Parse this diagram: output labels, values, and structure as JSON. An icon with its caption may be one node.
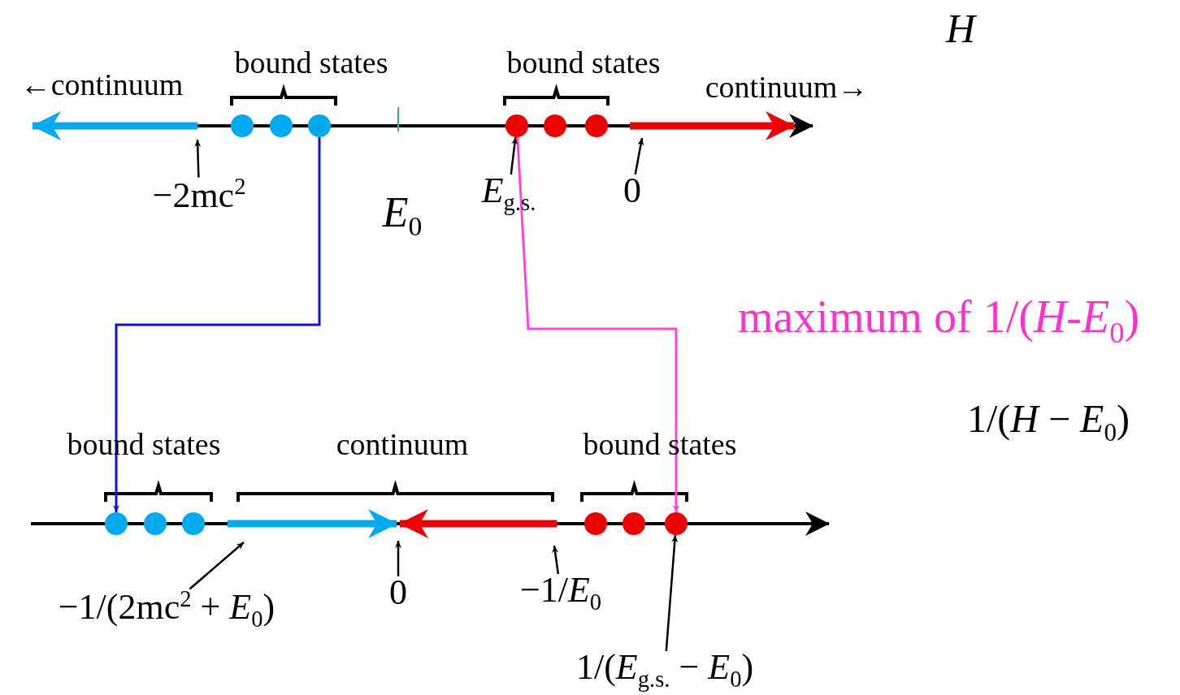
{
  "diagram": {
    "nodes": [
      {
        "text": [],
        "shape": "circle"
      },
      {
        "text": [],
        "shape": "circle"
      },
      {
        "text": [],
        "shape": "circle"
      },
      {
        "text": [],
        "shape": "circle"
      },
      {
        "text": [],
        "shape": "circle"
      },
      {
        "text": [],
        "shape": "circle"
      },
      {
        "text": [],
        "shape": "circle"
      },
      {
        "text": [],
        "shape": "circle"
      },
      {
        "text": [],
        "shape": "circle"
      },
      {
        "text": [],
        "shape": "circle"
      },
      {
        "text": [],
        "shape": "circle"
      },
      {
        "text": [],
        "shape": "circle"
      },
      {
        "text": [
          "−2mc$^{2}$"
        ]
      },
      {
        "text": [
          "*E*$_{g.s.}$"
        ]
      },
      {
        "text": [
          "0"
        ]
      },
      {
        "text": [
          "−1/(2mc$^{2}$ + *E*$_{0}$)"
        ]
      },
      {
        "text": [
          "0"
        ]
      },
      {
        "text": [
          "−1/*E*$_{0}$"
        ]
      },
      {
        "text": [
          "1/(*E*$_{g.s.}$ − *E*$_{0}$)"
        ]
      }
    ],
    "edges": [
      {
        "from": 2,
        "to": 6,
        "arrow": "to",
        "color": "#1010e0"
      },
      {
        "from": 3,
        "to": 11,
        "arrow": "to",
        "color": "#ff44dd"
      },
      {
        "from": 12,
        "to": null,
        "arrow": "to"
      },
      {
        "from": 13,
        "to": 3,
        "arrow": "to"
      },
      {
        "from": 14,
        "to": null,
        "arrow": "to"
      },
      {
        "from": 15,
        "to": null,
        "arrow": "to"
      },
      {
        "from": 16,
        "to": null,
        "arrow": "to"
      },
      {
        "from": 17,
        "to": null,
        "arrow": "to"
      },
      {
        "from": 18,
        "to": 11,
        "arrow": "to"
      }
    ],
    "labels": [
      "*H*",
      "←continuum",
      "bound states",
      "bound states",
      "continuum→",
      "*E*$_{0}$",
      "maximum of 1/(*H*-*E*$_{0}$)",
      "1/(*H* − *E*$_{0}$)",
      "bound states",
      "continuum",
      "bound states"
    ]
  }
}
